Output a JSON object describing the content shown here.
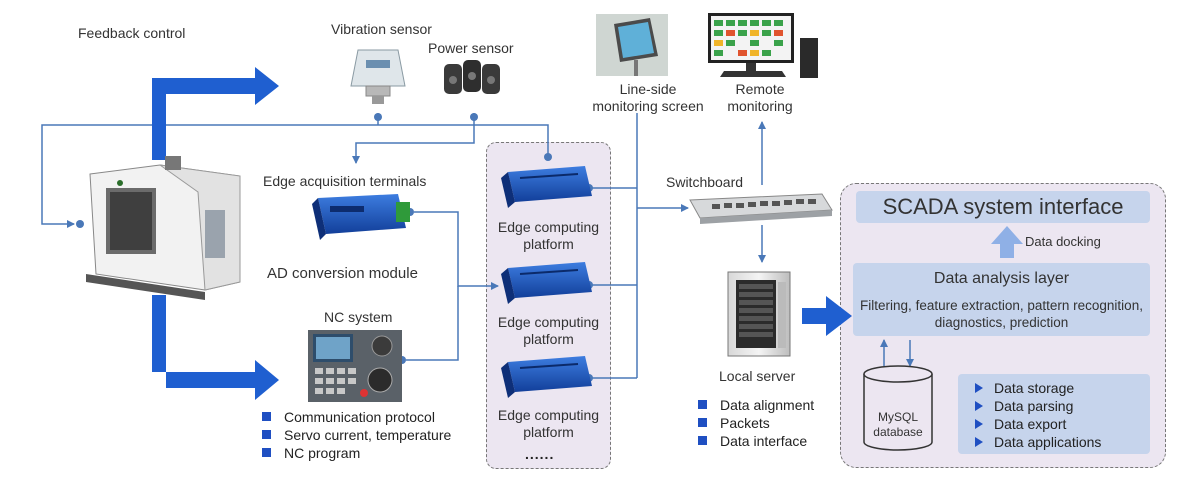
{
  "labels": {
    "feedback_control": "Feedback control",
    "vibration_sensor": "Vibration sensor",
    "power_sensor": "Power sensor",
    "line_side_monitoring_screen": "Line-side\nmonitoring screen",
    "remote_monitoring": "Remote\nmonitoring",
    "edge_acquisition_terminals": "Edge acquisition terminals",
    "ad_conversion_module": "AD conversion module",
    "nc_system": "NC system",
    "switchboard": "Switchboard",
    "local_server": "Local server",
    "edge_computing_platform": "Edge computing\nplatform",
    "more_dots": "......",
    "data_docking": "Data docking",
    "mysql_database": "MySQL\ndatabase"
  },
  "nc_data": [
    "Communication protocol",
    "Servo current, temperature",
    "NC program"
  ],
  "server_data": [
    "Data alignment",
    "Packets",
    "Data interface"
  ],
  "scada": {
    "title": "SCADA system interface",
    "analysis_title": "Data analysis layer",
    "analysis_desc": "Filtering, feature extraction, pattern recognition, diagnostics, prediction",
    "data_items": [
      "Data storage",
      "Data parsing",
      "Data export",
      "Data applications"
    ]
  },
  "colors": {
    "flow_arrow": "#1f5fd0",
    "wire": "#4a78b8",
    "panel_fill": "#ece6f1",
    "box_fill": "#c6d4ec",
    "bullet": "#1f4fc2"
  }
}
